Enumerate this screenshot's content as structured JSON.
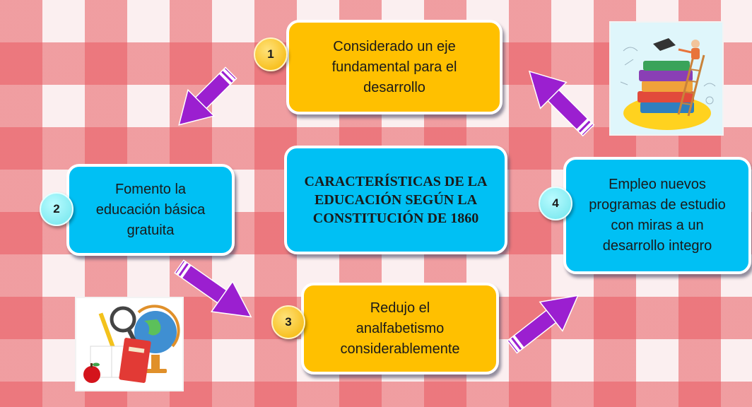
{
  "center": {
    "title": "CARACTERÍSTICAS DE LA EDUCACIÓN SEGÚN LA CONSTITUCIÓN DE 1860"
  },
  "steps": [
    {
      "number": "1",
      "text": "Considerado un eje fundamental para el desarrollo"
    },
    {
      "number": "2",
      "text": "Fomento la educación básica gratuita"
    },
    {
      "number": "3",
      "text": "Redujo el analfabetismo considerablemente"
    },
    {
      "number": "4",
      "text": "Empleo nuevos programas de estudio con miras a un desarrollo integro"
    }
  ],
  "colors": {
    "yellow_box": "#ffc000",
    "cyan_box": "#00c0f4",
    "arrow": "#9b1fd0",
    "checker": "#e85a60"
  },
  "icons": {
    "top_right_picture": "books-ladder-graduate-icon",
    "bottom_left_picture": "school-supplies-globe-icon"
  }
}
